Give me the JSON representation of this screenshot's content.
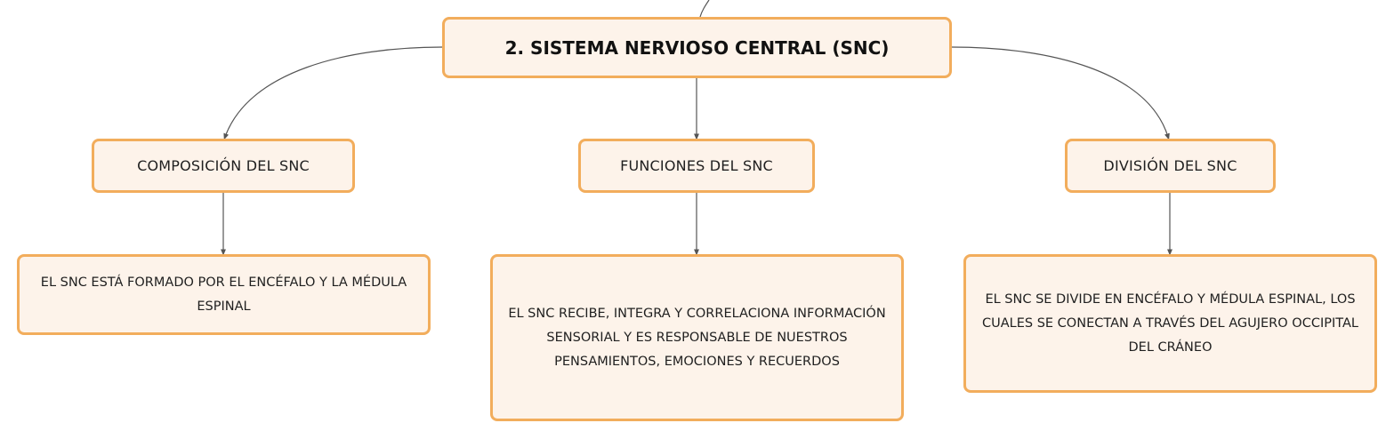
{
  "diagram": {
    "root": {
      "label": "2. SISTEMA NERVIOSO CENTRAL (SNC)"
    },
    "branches": [
      {
        "label": "COMPOSICIÓN DEL SNC",
        "detail": "EL SNC ESTÁ FORMADO POR EL ENCÉFALO Y LA MÉDULA ESPINAL"
      },
      {
        "label": "FUNCIONES DEL SNC",
        "detail": "EL SNC RECIBE, INTEGRA Y CORRELACIONA INFORMACIÓN SENSORIAL Y ES RESPONSABLE DE NUESTROS PENSAMIENTOS, EMOCIONES Y RECUERDOS"
      },
      {
        "label": "DIVISIÓN DEL SNC",
        "detail": "EL SNC SE DIVIDE EN ENCÉFALO Y MÉDULA ESPINAL, LOS CUALES SE CONECTAN A TRAVÉS DEL AGUJERO OCCIPITAL DEL CRÁNEO"
      }
    ]
  },
  "colors": {
    "node_fill": "#fdf3ea",
    "node_border": "#f2ad5c",
    "connector": "#555555"
  }
}
